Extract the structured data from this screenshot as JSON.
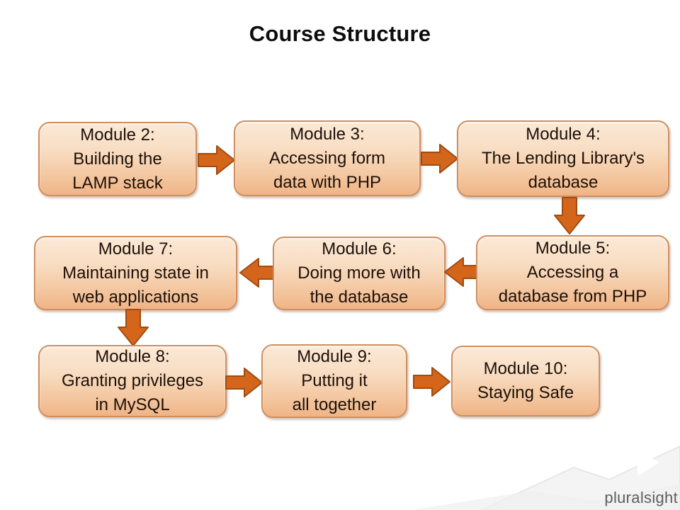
{
  "title": "Course Structure",
  "modules": [
    {
      "name": "module-2",
      "lines": [
        "Module 2:",
        "Building the",
        "LAMP stack"
      ]
    },
    {
      "name": "module-3",
      "lines": [
        "Module 3:",
        "Accessing form",
        "data with PHP"
      ]
    },
    {
      "name": "module-4",
      "lines": [
        "Module 4:",
        "The Lending Library's",
        "database"
      ]
    },
    {
      "name": "module-7",
      "lines": [
        "Module 7:",
        "Maintaining state in",
        "web applications"
      ]
    },
    {
      "name": "module-6",
      "lines": [
        "Module 6:",
        "Doing more with",
        "the database"
      ]
    },
    {
      "name": "module-5",
      "lines": [
        "Module 5:",
        "Accessing a",
        "database from PHP"
      ]
    },
    {
      "name": "module-8",
      "lines": [
        "Module 8:",
        "Granting privileges",
        "in MySQL"
      ]
    },
    {
      "name": "module-9",
      "lines": [
        "Module 9:",
        "Putting it",
        "all together"
      ]
    },
    {
      "name": "module-10",
      "lines": [
        "Module 10:",
        "Staying Safe"
      ]
    }
  ],
  "arrows": [
    {
      "from": "module-2",
      "to": "module-3",
      "direction": "right"
    },
    {
      "from": "module-3",
      "to": "module-4",
      "direction": "right"
    },
    {
      "from": "module-4",
      "to": "module-5",
      "direction": "down"
    },
    {
      "from": "module-5",
      "to": "module-6",
      "direction": "left"
    },
    {
      "from": "module-6",
      "to": "module-7",
      "direction": "left"
    },
    {
      "from": "module-7",
      "to": "module-8",
      "direction": "down"
    },
    {
      "from": "module-8",
      "to": "module-9",
      "direction": "right"
    },
    {
      "from": "module-9",
      "to": "module-10",
      "direction": "right"
    }
  ],
  "logo": {
    "brand": "pluralsight",
    "icon": "play-icon"
  },
  "colors": {
    "box_fill_top": "#fbe9d7",
    "box_fill_bottom": "#f0b486",
    "box_border": "#cf8f60",
    "arrow_fill": "#d4661c",
    "arrow_outline": "#a04b10",
    "box_text": "#1c1008",
    "title_text": "#0d0d0d",
    "logo_circle": "#e8866a",
    "logo_text": "#5d5e60"
  }
}
